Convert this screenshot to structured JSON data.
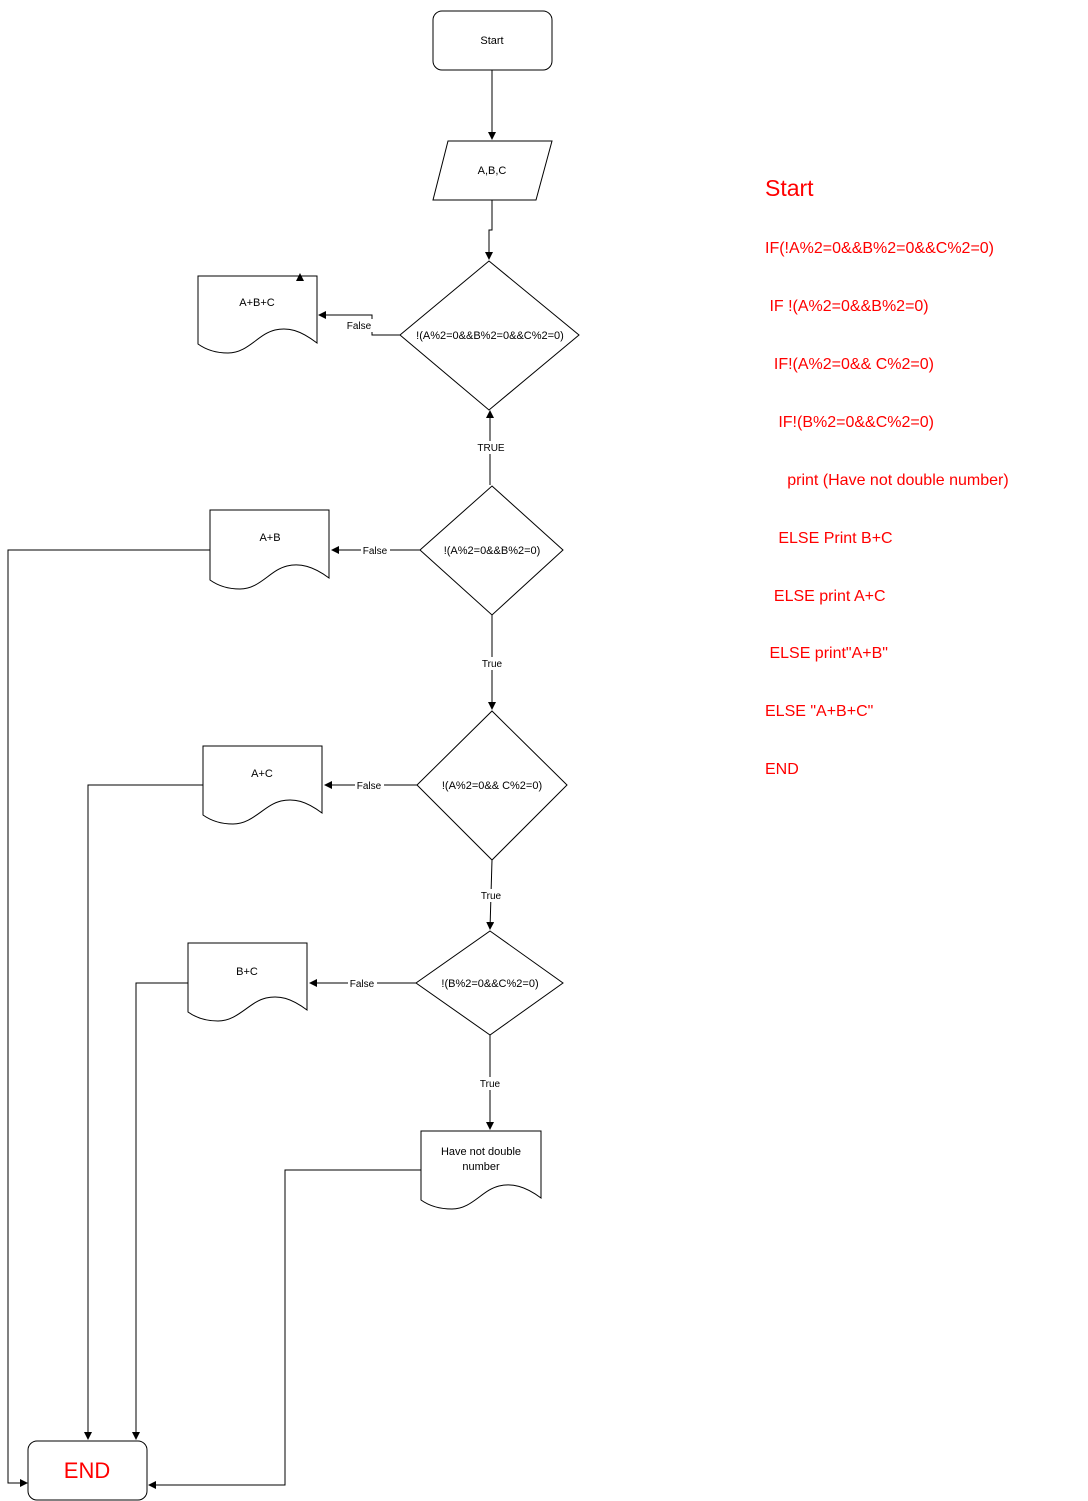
{
  "nodes": {
    "start": "Start",
    "input": "A,B,C",
    "d1": "!(A%2=0&&B%2=0&&C%2=0)",
    "o1": "A+B+C",
    "d2": "!(A%2=0&&B%2=0)",
    "o2": "A+B",
    "d3": "!(A%2=0&& C%2=0)",
    "o3": "A+C",
    "d4": "!(B%2=0&&C%2=0)",
    "o4": "B+C",
    "o5_line1": "Have not double",
    "o5_line2": "number",
    "end": "END"
  },
  "edges": {
    "d1_false": "False",
    "d2_true": "TRUE",
    "d2_false": "False",
    "d3_true": "True",
    "d3_false": "False",
    "d4_true": "True",
    "d4_false": "False",
    "o5_true": "True"
  },
  "pseudocode": {
    "title": "Start",
    "lines": [
      "IF(!A%2=0&&B%2=0&&C%2=0)",
      " IF !(A%2=0&&B%2=0)",
      "  IF!(A%2=0&& C%2=0)",
      "   IF!(B%2=0&&C%2=0)",
      "     print (Have not double number)",
      "   ELSE Print B+C",
      "  ELSE print A+C",
      " ELSE print\"A+B\"",
      "ELSE \"A+B+C\"",
      "END"
    ]
  },
  "colors": {
    "accent": "#ff0000",
    "stroke": "#000000"
  }
}
